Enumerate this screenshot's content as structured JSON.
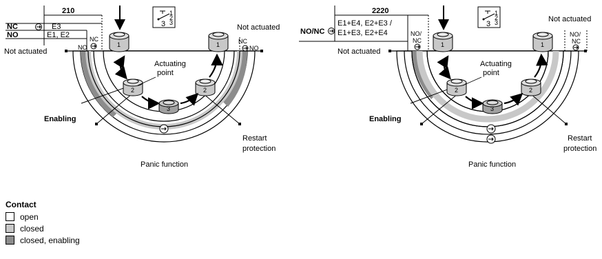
{
  "left": {
    "table_header": "210",
    "rows": [
      {
        "label": "NC",
        "value": "E3"
      },
      {
        "label": "NO",
        "value": "E1, E2"
      }
    ],
    "col_nc": "NC",
    "col_no": "NO",
    "not_actuated_left": "Not actuated",
    "not_actuated_right": "Not actuated",
    "right_top": "NC",
    "right_bottom": "NO",
    "actuating_point": [
      "Actuating",
      "point"
    ],
    "enabling": "Enabling",
    "restart_protection": [
      "Restart",
      "protection"
    ],
    "panic_function": "Panic function",
    "positions": [
      "1",
      "2",
      "3",
      "2",
      "1"
    ]
  },
  "right": {
    "table_header": "2220",
    "row_label": "NO/NC",
    "row_value": [
      "E1+E4, E2+E3 /",
      "E1+E3, E2+E4"
    ],
    "left_col": [
      "NO/",
      "NC"
    ],
    "right_col": [
      "NO/",
      "NC"
    ],
    "not_actuated_left": "Not actuated",
    "not_actuated_right": "Not actuated",
    "actuating_point": [
      "Actuating",
      "point"
    ],
    "enabling": "Enabling",
    "restart_protection": [
      "Restart",
      "protection"
    ],
    "panic_function": "Panic function",
    "positions": [
      "1",
      "2",
      "3",
      "2",
      "1"
    ]
  },
  "symbol": {
    "digit": "3",
    "small": [
      "1",
      "2",
      "3"
    ]
  },
  "legend": {
    "title": "Contact",
    "items": [
      {
        "label": "open",
        "color": "#ffffff"
      },
      {
        "label": "closed",
        "color": "#c8c8c8"
      },
      {
        "label": "closed, enabling",
        "color": "#8c8c8c"
      }
    ]
  }
}
